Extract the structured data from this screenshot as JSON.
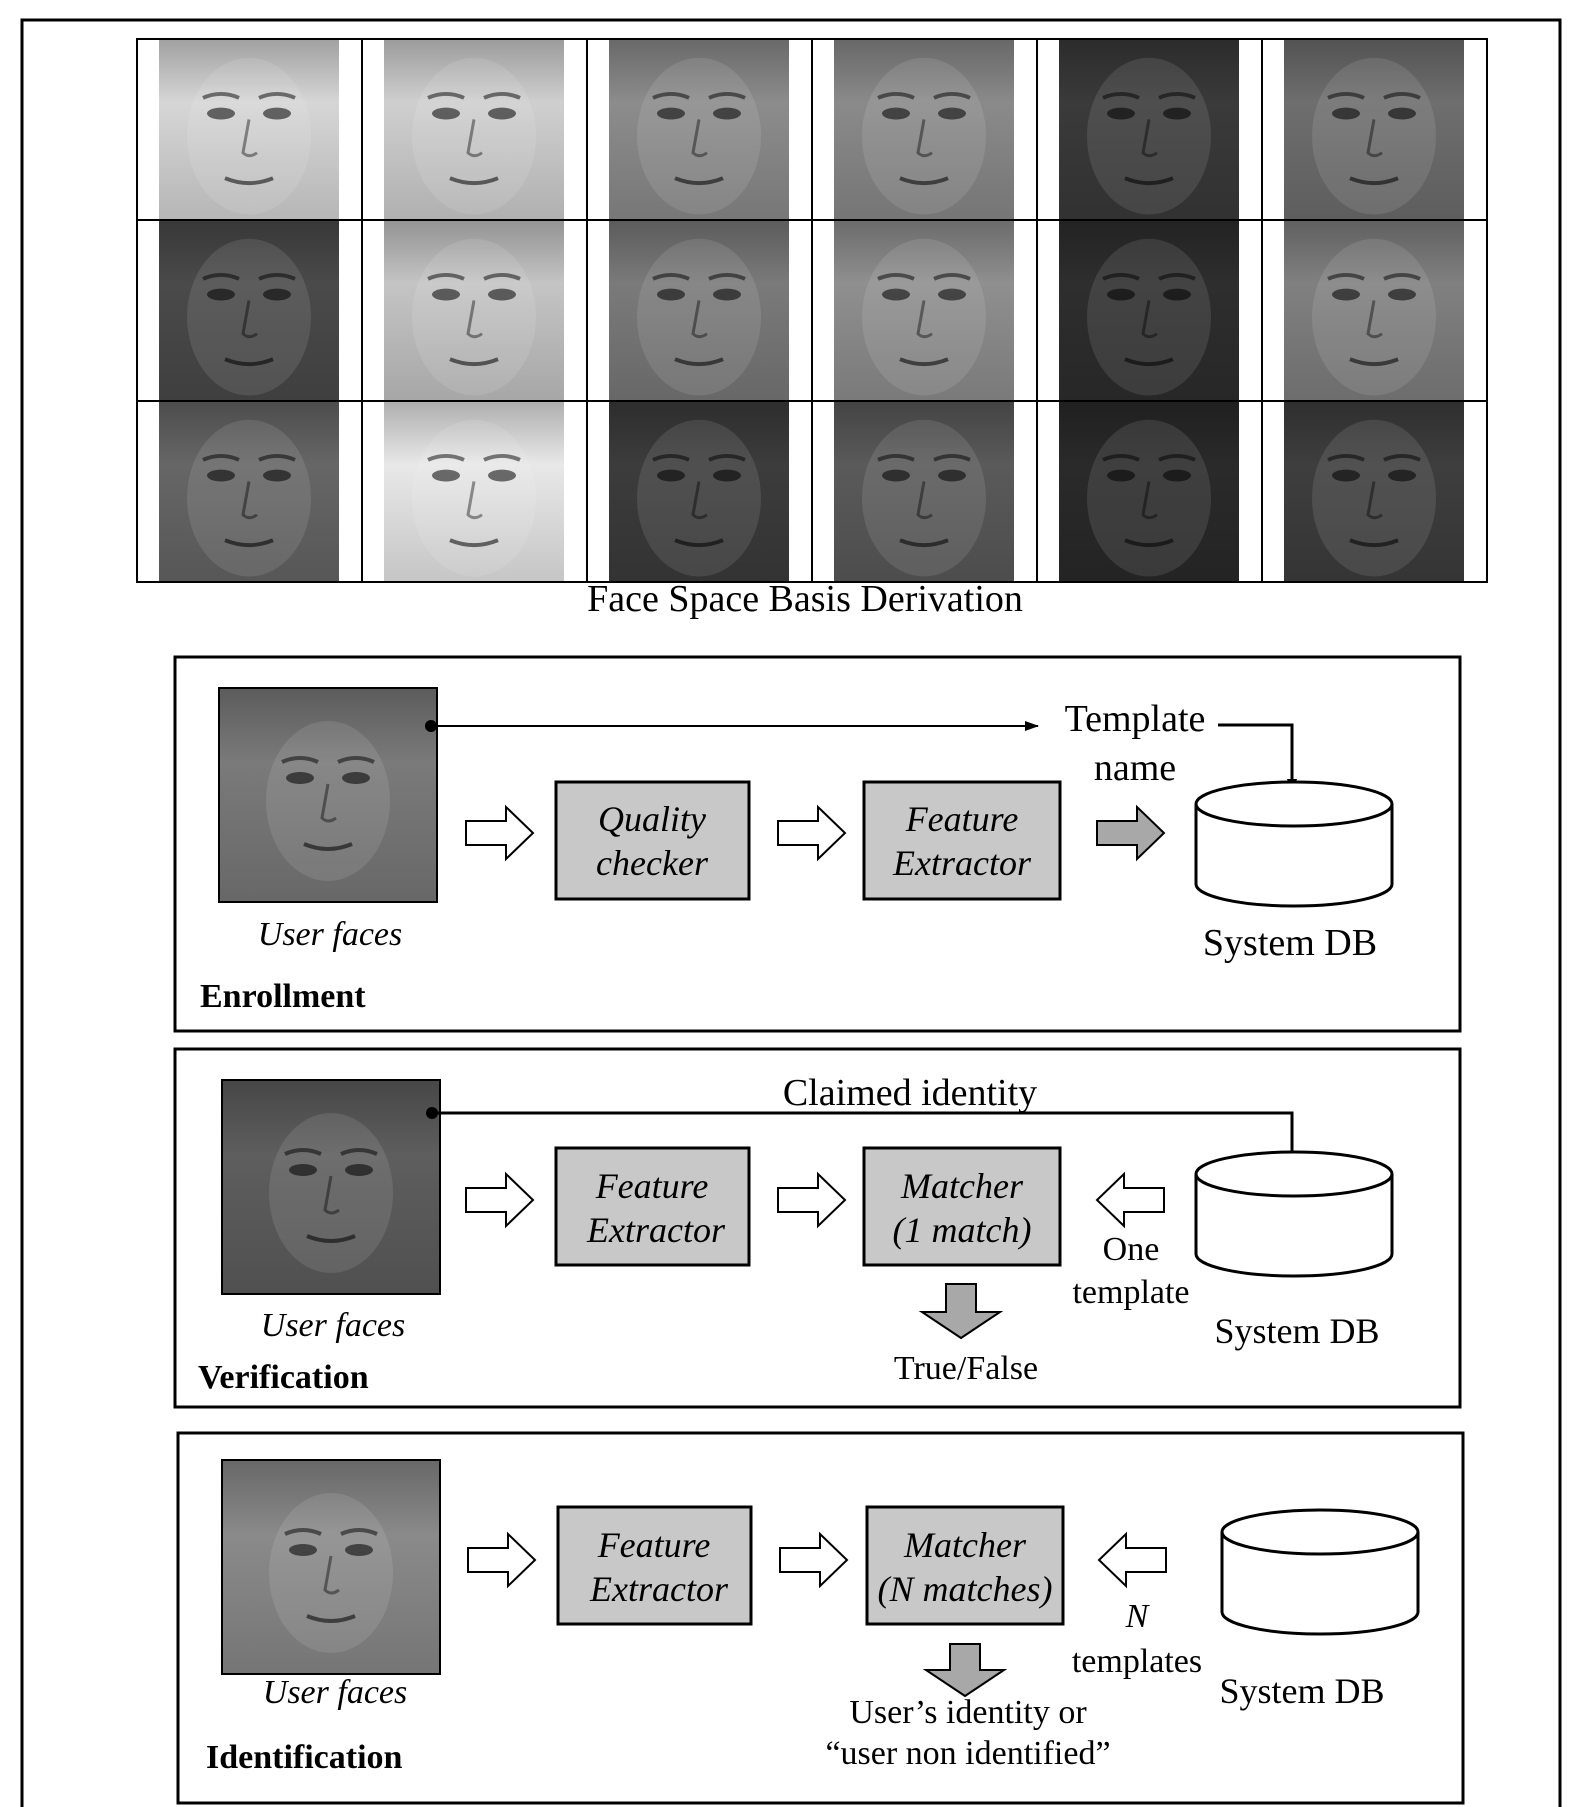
{
  "gallery": {
    "caption": "Face Space Basis Derivation",
    "rows": 3,
    "cols": 6,
    "tones": [
      [
        "#d6d6d6",
        "#cfcfcf",
        "#8c8c8c",
        "#8a8a8a",
        "#3a3a3a",
        "#6e6e6e"
      ],
      [
        "#4a4a4a",
        "#c4c4c4",
        "#7a7a7a",
        "#8f8f8f",
        "#2e2e2e",
        "#808080"
      ],
      [
        "#666666",
        "#e8e8e8",
        "#3c3c3c",
        "#5a5a5a",
        "#2a2a2a",
        "#3e3e3e"
      ]
    ]
  },
  "panels": {
    "enrollment": {
      "title": "Enrollment",
      "face_label": "User faces",
      "box1_line1": "Quality",
      "box1_line2": "checker",
      "box2_line1": "Feature",
      "box2_line2": "Extractor",
      "template_line1": "Template",
      "template_line2": "name",
      "db_label": "System DB"
    },
    "verification": {
      "title": "Verification",
      "face_label": "User faces",
      "claimed_label": "Claimed identity",
      "box1_line1": "Feature",
      "box1_line2": "Extractor",
      "box2_line1": "Matcher",
      "box2_line2": "(1 match)",
      "db_arrow_line1": "One",
      "db_arrow_line2": "template",
      "output_label": "True/False",
      "db_label": "System DB"
    },
    "identification": {
      "title": "Identification",
      "face_label": "User faces",
      "box1_line1": "Feature",
      "box1_line2": "Extractor",
      "box2_line1": "Matcher",
      "box2_line2": "(N matches)",
      "db_arrow_line1": "N",
      "db_arrow_line2": "templates",
      "output_line1": "User’s identity or",
      "output_line2": "“user non identified”",
      "db_label": "System DB"
    }
  },
  "colors": {
    "box_fill": "#c8c8c8",
    "arrow_fill_gray": "#a8a8a8",
    "stroke": "#000000"
  }
}
